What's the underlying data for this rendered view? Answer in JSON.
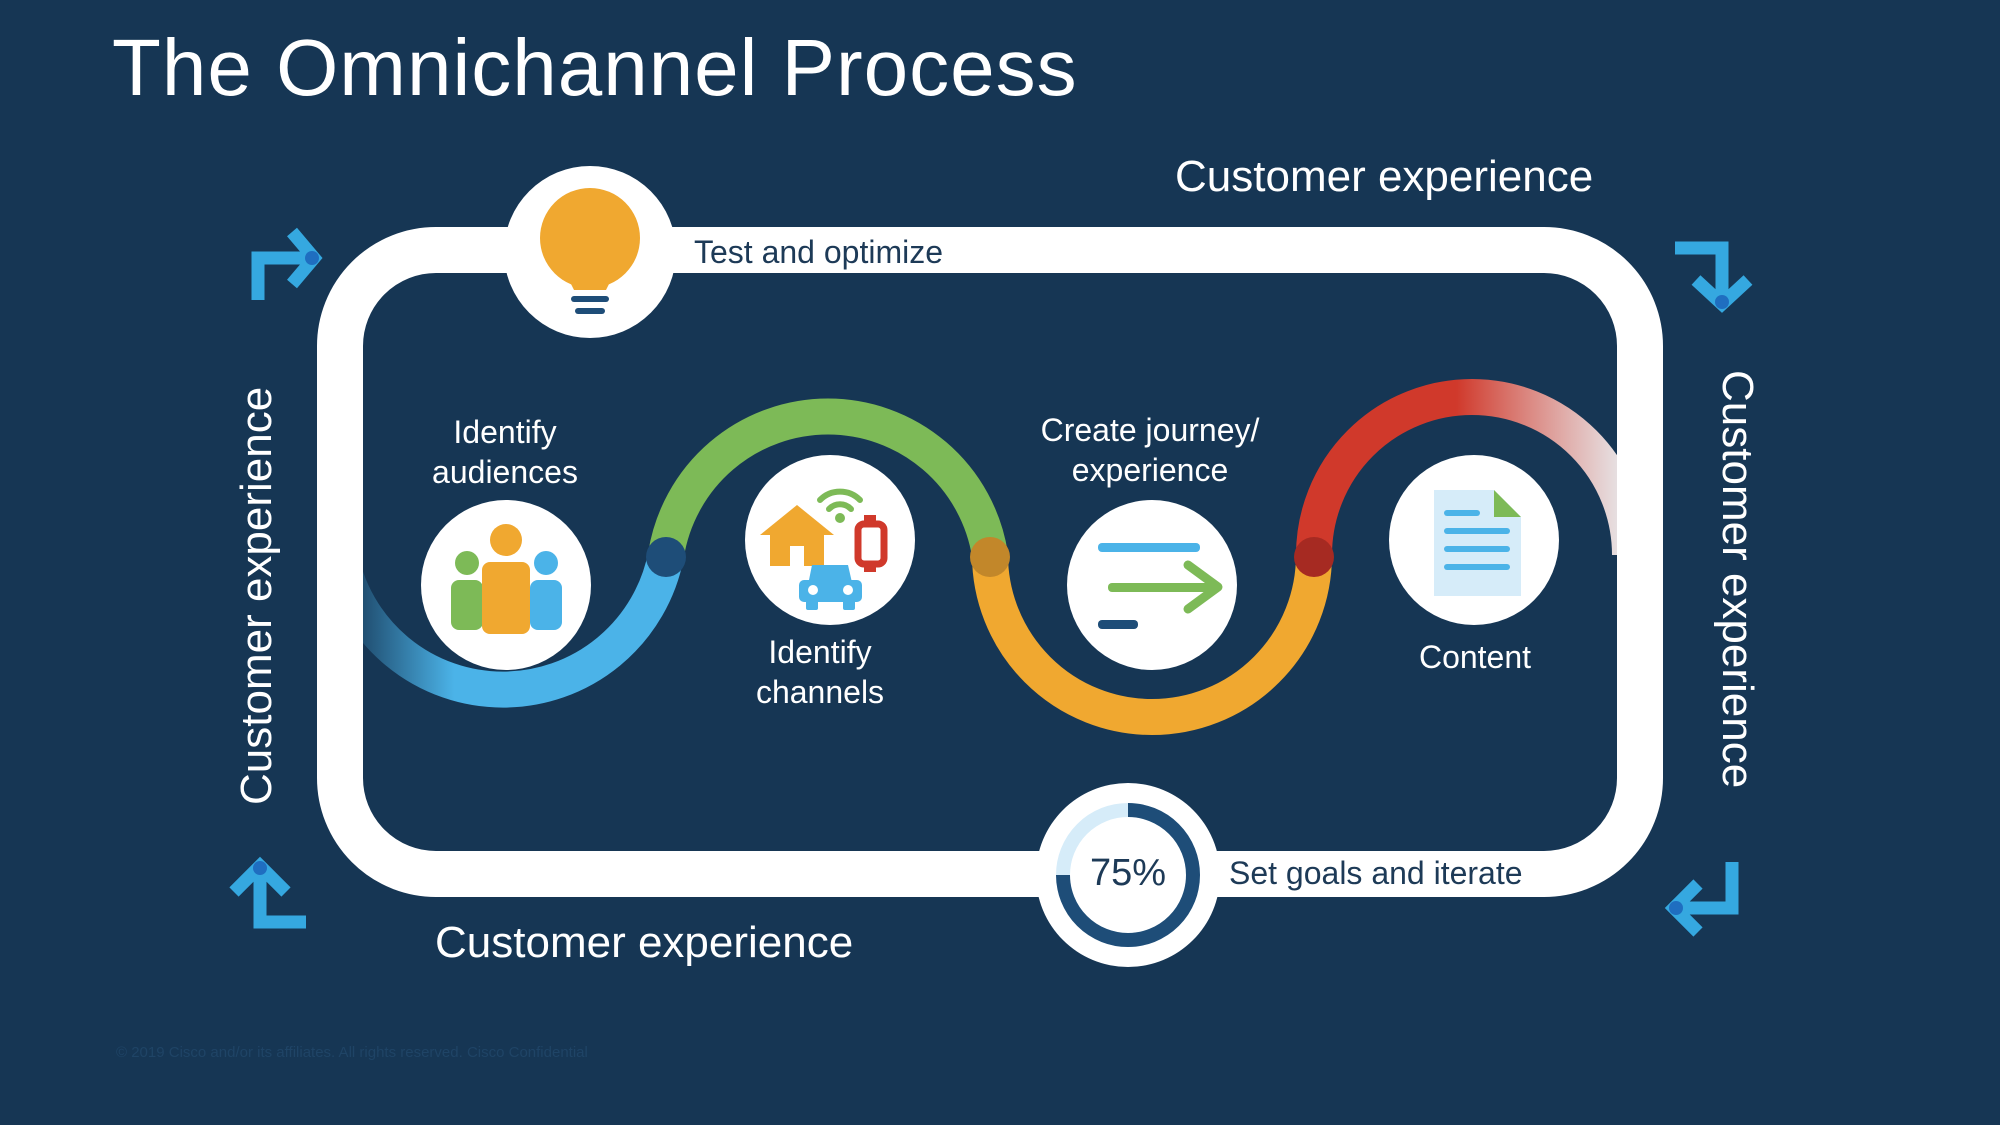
{
  "slide": {
    "title": "The Omnichannel Process",
    "footer": "© 2019 Cisco and/or its affiliates. All rights reserved. Cisco Confidential"
  },
  "outer_loop": {
    "side_labels": {
      "top": "Customer experience",
      "right": "Customer experience",
      "bottom": "Customer experience",
      "left": "Customer experience"
    },
    "test_label": "Test and optimize",
    "goals_label": "Set goals and iterate",
    "progress": {
      "percent_text": "75%",
      "value": 0.75
    }
  },
  "steps": [
    {
      "label": "Identify\naudiences",
      "icon": "people-icon",
      "color": "#4bb3e8"
    },
    {
      "label": "Identify\nchannels",
      "icon": "channels-icon",
      "color": "#7dba57"
    },
    {
      "label": "Create journey/\nexperience",
      "icon": "journey-arrow-icon",
      "color": "#f0a830"
    },
    {
      "label": "Content",
      "icon": "document-icon",
      "color": "#d0392b"
    }
  ],
  "colors": {
    "background": "#163654",
    "loop": "#ffffff",
    "blue": "#4bb3e8",
    "green": "#7dba57",
    "orange": "#f0a830",
    "red": "#d0392b",
    "arrow": "#35a8e0"
  }
}
